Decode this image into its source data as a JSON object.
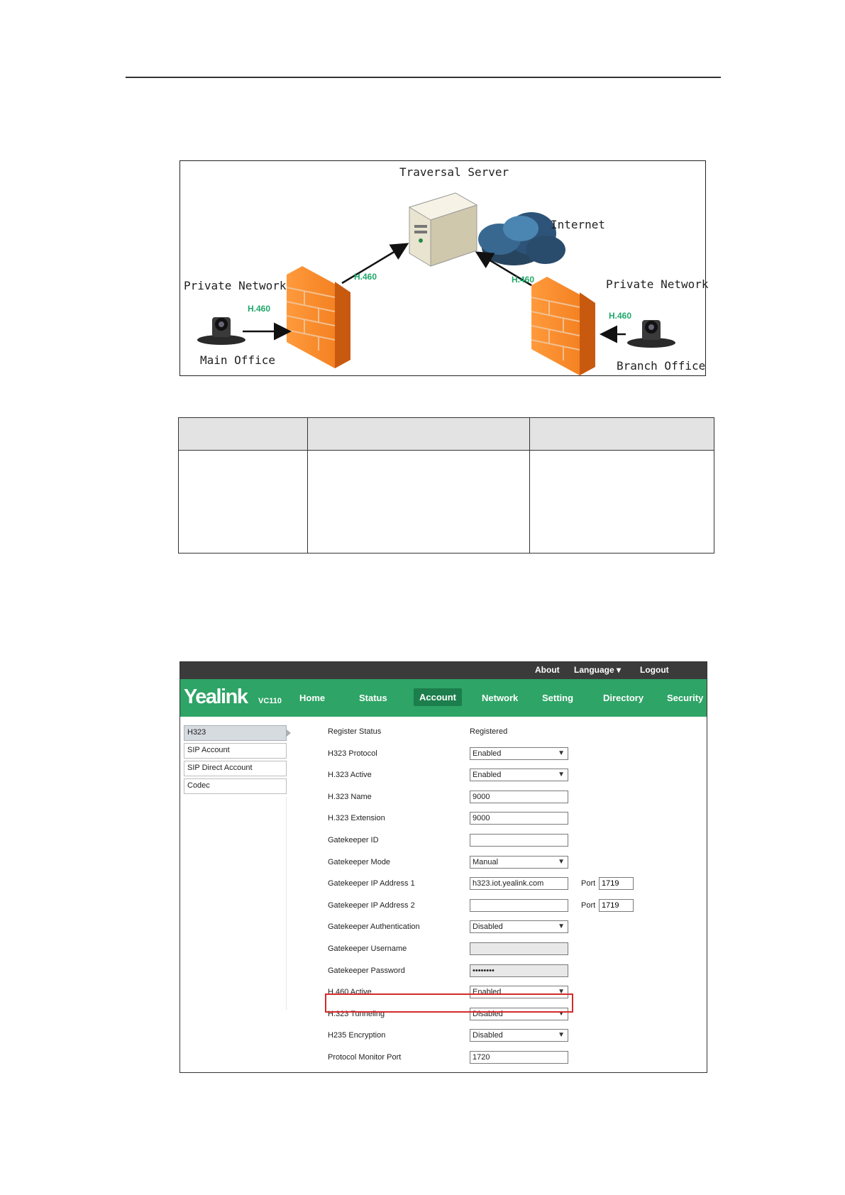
{
  "diagram": {
    "traversal_server": "Traversal Server",
    "internet": "Internet",
    "private_network_left": "Private Network",
    "private_network_right": "Private Network",
    "main_office": "Main Office",
    "branch_office": "Branch Office",
    "protocol": "H.460"
  },
  "ui": {
    "topbar": {
      "about": "About",
      "language": "Language ▾",
      "logout": "Logout"
    },
    "logo": "Yealink",
    "model": "VC110",
    "nav": [
      "Home",
      "Status",
      "Account",
      "Network",
      "Setting",
      "Directory",
      "Security"
    ],
    "active_nav": "Account",
    "sidebar": [
      "H323",
      "SIP Account",
      "SIP Direct Account",
      "Codec"
    ],
    "rows": [
      {
        "label": "Register Status",
        "type": "text",
        "value": "Registered"
      },
      {
        "label": "H323 Protocol",
        "type": "select",
        "value": "Enabled"
      },
      {
        "label": "H.323 Active",
        "type": "select",
        "value": "Enabled"
      },
      {
        "label": "H.323 Name",
        "type": "input",
        "value": "9000"
      },
      {
        "label": "H.323 Extension",
        "type": "input",
        "value": "9000"
      },
      {
        "label": "Gatekeeper ID",
        "type": "input",
        "value": ""
      },
      {
        "label": "Gatekeeper Mode",
        "type": "select",
        "value": "Manual"
      },
      {
        "label": "Gatekeeper IP Address 1",
        "type": "input",
        "value": "h323.iot.yealink.com",
        "port_label": "Port",
        "port": "1719"
      },
      {
        "label": "Gatekeeper IP Address 2",
        "type": "input",
        "value": "",
        "port_label": "Port",
        "port": "1719"
      },
      {
        "label": "Gatekeeper Authentication",
        "type": "select",
        "value": "Disabled"
      },
      {
        "label": "Gatekeeper Username",
        "type": "disabled",
        "value": ""
      },
      {
        "label": "Gatekeeper Password",
        "type": "disabled",
        "value": "••••••••"
      },
      {
        "label": "H.460 Active",
        "type": "select",
        "value": "Enabled"
      },
      {
        "label": "H.323 Tunneling",
        "type": "select",
        "value": "Disabled"
      },
      {
        "label": "H235 Encryption",
        "type": "select",
        "value": "Disabled"
      },
      {
        "label": "Protocol Monitor Port",
        "type": "input",
        "value": "1720"
      }
    ],
    "highlight_color": "#d42a2a",
    "nav_color": "#2ea466"
  }
}
